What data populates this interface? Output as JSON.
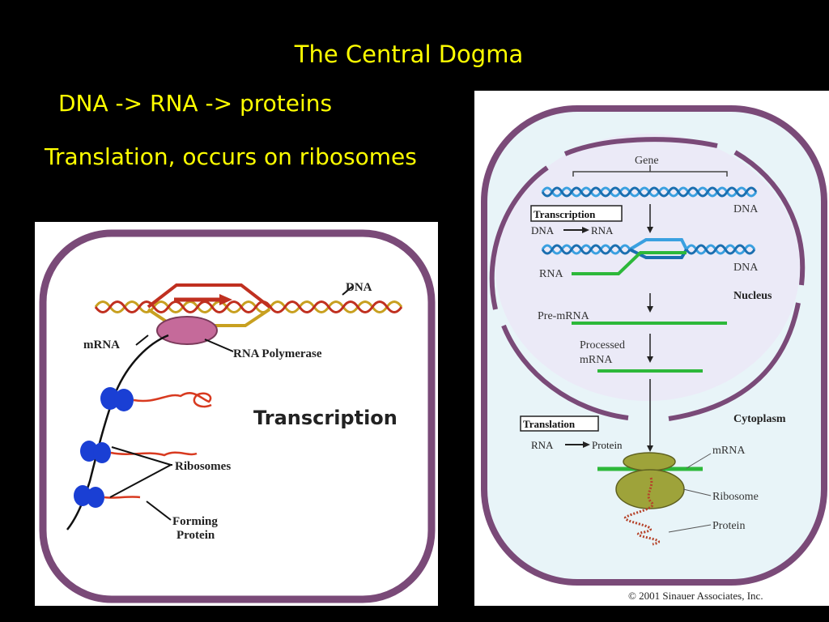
{
  "slide": {
    "title": "The Central Dogma",
    "line1": "DNA -> RNA -> proteins",
    "line2": "Translation, occurs on ribosomes"
  },
  "left_figure": {
    "dna": "DNA",
    "mrna": "mRNA",
    "rna_polymerase": "RNA Polymerase",
    "transcription": "Transcription",
    "ribosomes": "Ribosomes",
    "forming_protein_1": "Forming",
    "forming_protein_2": "Protein"
  },
  "right_figure": {
    "gene": "Gene",
    "dna_top": "DNA",
    "transcription_box": "Transcription",
    "dna_to_rna_a": "DNA",
    "dna_to_rna_b": "RNA",
    "rna": "RNA",
    "dna_mid": "DNA",
    "nucleus": "Nucleus",
    "pre_mrna": "Pre-mRNA",
    "processed_1": "Processed",
    "processed_2": "mRNA",
    "translation_box": "Translation",
    "rna_to_protein_a": "RNA",
    "rna_to_protein_b": "Protein",
    "cytoplasm": "Cytoplasm",
    "mrna": "mRNA",
    "ribosome": "Ribosome",
    "protein": "Protein",
    "copyright": "© 2001 Sinauer Associates, Inc."
  },
  "colors": {
    "slide_text": "#ffff00",
    "membrane": "#7a4a78",
    "dna_blue": "#3aa0e0",
    "rna_green": "#2db83a",
    "ribosome_olive": "#9ea33a",
    "protein_red": "#b5432a",
    "left_ribosome_blue": "#1a3fd4",
    "left_polymerase": "#c56a9a"
  }
}
